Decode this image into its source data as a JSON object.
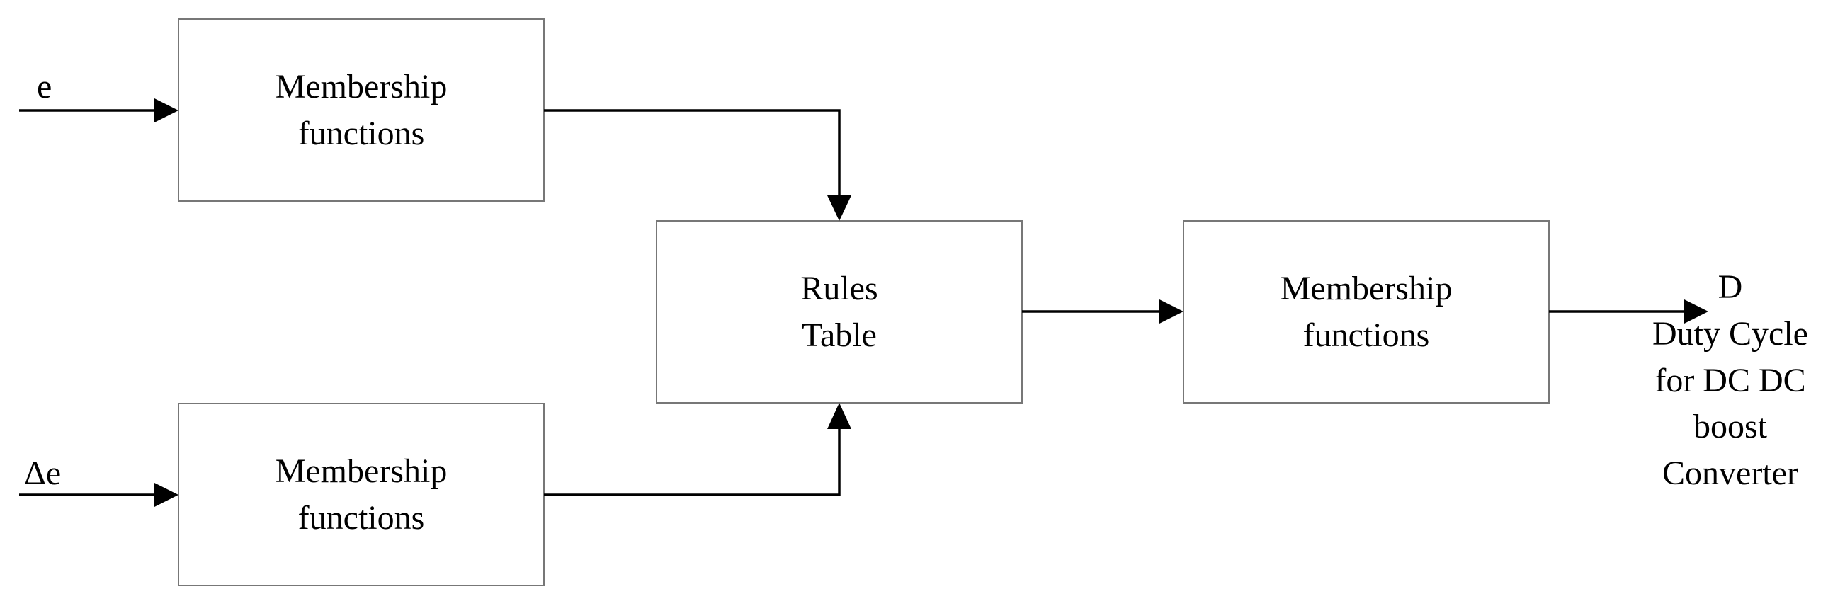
{
  "blocks": {
    "mf_e": {
      "line1": "Membership",
      "line2": "functions"
    },
    "mf_de": {
      "line1": "Membership",
      "line2": "functions"
    },
    "rules": {
      "line1": "Rules",
      "line2": "Table"
    },
    "mf_out": {
      "line1": "Membership",
      "line2": "functions"
    }
  },
  "inputs": {
    "e": "e",
    "delta_e": "Δe"
  },
  "output": {
    "symbol": "D",
    "description": [
      "Duty Cycle",
      "for DC DC",
      "boost",
      "Converter"
    ]
  }
}
